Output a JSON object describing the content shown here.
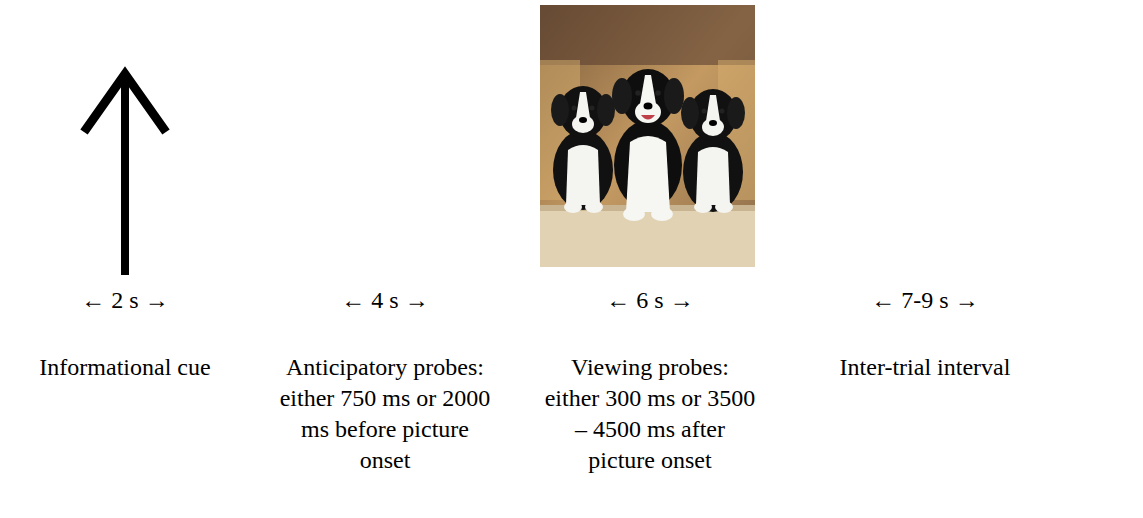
{
  "diagram": {
    "labels": [
      "← 2 s →",
      "← 4 s →",
      "← 6 s →",
      "← 7-9 s →",
      "Informational cue",
      "Anticipatory probes: either 750 ms or 2000 ms before picture onset",
      "Viewing probes: either 300 ms or 3500 – 4500 ms after picture onset",
      "Inter-trial interval"
    ]
  }
}
